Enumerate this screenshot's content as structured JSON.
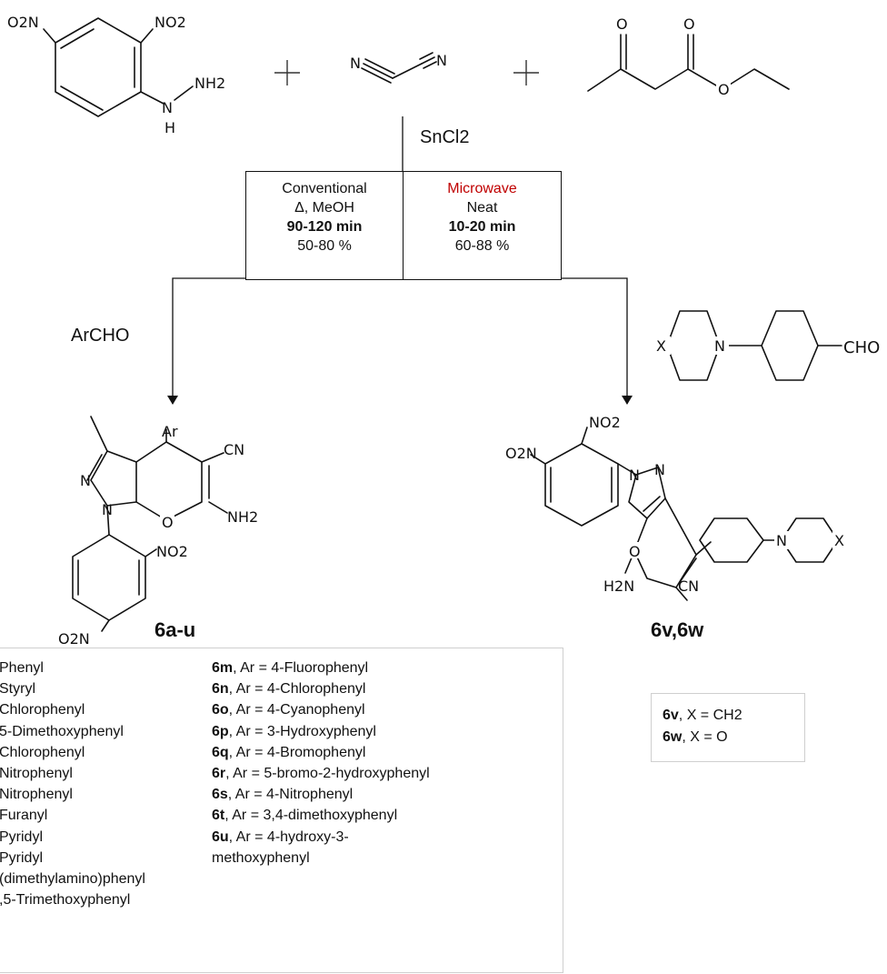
{
  "reagents": {
    "reagent1": {
      "no2_a": "O2N",
      "no2_b": "NO2",
      "nh2": "NH2",
      "h": "H",
      "n": "N"
    },
    "reagent2": {
      "n_left": "N",
      "n_right": "N"
    },
    "reagent3": {
      "o_keto": "O",
      "o_ester_carbonyl": "O",
      "o_ester": "O"
    }
  },
  "catalyst": "SnCl2",
  "conditions": {
    "conventional": {
      "name": "Conventional",
      "solvent": "Δ, MeOH",
      "time": "90-120 min",
      "yield": "50-80 %"
    },
    "microwave": {
      "name": "Microwave",
      "solvent": "Neat",
      "time": "10-20 min",
      "yield": "60-88 %",
      "color": "#c00000"
    }
  },
  "left_branch": {
    "reagent": "ArCHO",
    "product_label": "6a-u",
    "product_atoms": {
      "ar": "Ar",
      "cn": "CN",
      "nh2": "NH2",
      "o": "O",
      "n1": "N",
      "n2": "N",
      "no2": "NO2",
      "o2n": "O2N"
    }
  },
  "right_branch": {
    "reagent_atoms": {
      "x": "X",
      "n": "N",
      "cho": "CHO"
    },
    "product_label": "6v,6w",
    "product_atoms": {
      "o2n": "O2N",
      "no2": "NO2",
      "n1": "N",
      "n2": "N",
      "o": "O",
      "h2n": "H2N",
      "cn": "CN",
      "n3": "N",
      "x": "X"
    }
  },
  "list_left": [
    "Phenyl",
    "Styryl",
    "Chlorophenyl",
    "5-Dimethoxyphenyl",
    "Chlorophenyl",
    "Nitrophenyl",
    "Nitrophenyl",
    "Furanyl",
    "Pyridyl",
    "Pyridyl",
    "(dimethylamino)phenyl",
    ",5-Trimethoxyphenyl"
  ],
  "list_right": [
    {
      "id": "6m",
      "text": ", Ar = 4-Fluorophenyl"
    },
    {
      "id": "6n",
      "text": ", Ar = 4-Chlorophenyl"
    },
    {
      "id": "6o",
      "text": ", Ar = 4-Cyanophenyl"
    },
    {
      "id": "6p",
      "text": ", Ar = 3-Hydroxyphenyl"
    },
    {
      "id": "6q",
      "text": ", Ar = 4-Bromophenyl"
    },
    {
      "id": "6r",
      "text": ", Ar = 5-bromo-2-hydroxyphenyl"
    },
    {
      "id": "6s",
      "text": ", Ar = 4-Nitrophenyl"
    },
    {
      "id": "6t",
      "text": ", Ar = 3,4-dimethoxyphenyl"
    },
    {
      "id": "6u",
      "text": ", Ar = 4-hydroxy-3-"
    },
    {
      "id": "",
      "text": "methoxyphenyl"
    }
  ],
  "legend_6vw": [
    {
      "id": "6v",
      "text": ", X = CH2"
    },
    {
      "id": "6w",
      "text": ", X = O"
    }
  ]
}
